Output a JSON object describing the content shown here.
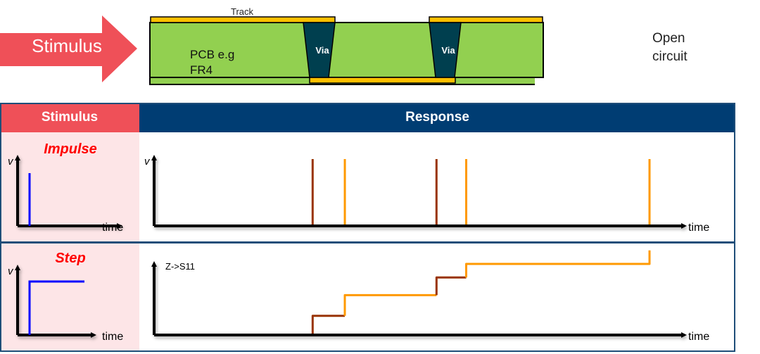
{
  "top_diagram": {
    "stimulus_arrow_label": "Stimulus",
    "track_label": "Track",
    "pcb_label_line1": "PCB e.g",
    "pcb_label_line2": "FR4",
    "via_labels": [
      "Via",
      "Via"
    ],
    "termination_line1": "Open",
    "termination_line2": "circuit",
    "colors": {
      "arrow": "#ef5058",
      "pcb": "#92d050",
      "track": "#ffc000",
      "via": "#003f4f"
    }
  },
  "table": {
    "header_stimulus": "Stimulus",
    "header_response": "Response",
    "colors": {
      "stimulus_header": "#ef5058",
      "response_header": "#003d73",
      "stimulus_bg": "#fde5e7",
      "border": "#1f4e79"
    },
    "rows": [
      {
        "stimulus_title": "Impulse",
        "stimulus_axis_y": "v",
        "stimulus_axis_x": "time",
        "response_axis_y": "v",
        "response_axis_x": "time"
      },
      {
        "stimulus_title": "Step",
        "stimulus_axis_y": "v",
        "stimulus_axis_x": "time",
        "response_axis_y": "Z->S11",
        "response_axis_x": "time"
      }
    ]
  },
  "chart_data": [
    {
      "type": "line",
      "title": "Impulse response",
      "xlabel": "time",
      "ylabel": "v",
      "description": "Reflected impulses, alternating brown and orange",
      "series": [
        {
          "name": "brown-impulses",
          "color": "#993300",
          "x": [
            0.32,
            0.57
          ],
          "amplitude": [
            1,
            1
          ]
        },
        {
          "name": "orange-impulses",
          "color": "#ff9900",
          "x": [
            0.385,
            0.63,
            1.0
          ],
          "amplitude": [
            1,
            1,
            1
          ]
        }
      ],
      "xlim": [
        0,
        1.1
      ]
    },
    {
      "type": "line",
      "title": "Step response",
      "xlabel": "time",
      "ylabel": "Z->S11",
      "description": "Staircase TDR step response",
      "segments": [
        {
          "color": "#993300",
          "points": [
            [
              0.32,
              0
            ],
            [
              0.32,
              0.25
            ],
            [
              0.385,
              0.25
            ]
          ]
        },
        {
          "color": "#ff9900",
          "points": [
            [
              0.385,
              0.25
            ],
            [
              0.385,
              0.54
            ],
            [
              0.57,
              0.54
            ]
          ]
        },
        {
          "color": "#993300",
          "points": [
            [
              0.57,
              0.54
            ],
            [
              0.57,
              0.79
            ],
            [
              0.63,
              0.79
            ]
          ]
        },
        {
          "color": "#ff9900",
          "points": [
            [
              0.63,
              0.79
            ],
            [
              0.63,
              0.98
            ],
            [
              1.0,
              0.98
            ],
            [
              1.0,
              1.17
            ]
          ]
        }
      ],
      "xlim": [
        0,
        1.1
      ],
      "ylim": [
        0,
        1.3
      ]
    }
  ]
}
